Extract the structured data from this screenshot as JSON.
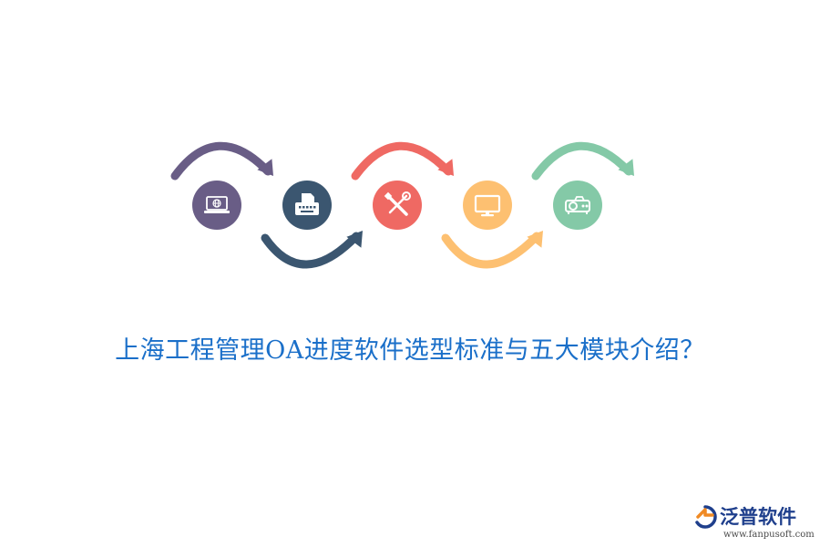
{
  "title": "上海工程管理OA进度软件选型标准与五大模块介绍？",
  "brand": {
    "name": "泛普软件",
    "url": "www.fanpusoft.com"
  },
  "colors": {
    "title": "#1a6fc9",
    "brand": "#1f3f8c"
  },
  "steps": [
    {
      "icon": "laptop-globe-icon",
      "color": "#695d86",
      "arrow": "over"
    },
    {
      "icon": "typewriter-icon",
      "color": "#3b5670",
      "arrow": "under"
    },
    {
      "icon": "tools-icon",
      "color": "#ef6963",
      "arrow": "over"
    },
    {
      "icon": "monitor-icon",
      "color": "#fdc071",
      "arrow": "under"
    },
    {
      "icon": "projector-icon",
      "color": "#84c9a7",
      "arrow": "over"
    }
  ]
}
